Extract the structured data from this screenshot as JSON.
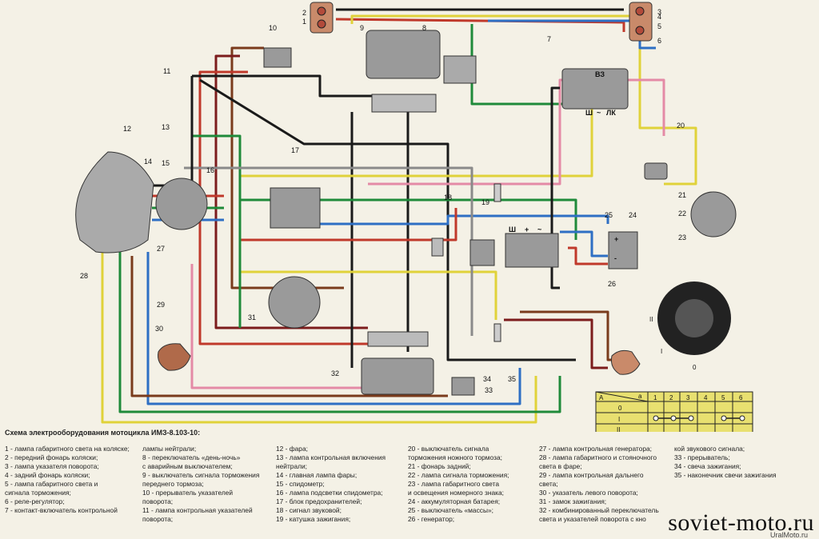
{
  "caption": "Схема электрооборудования мотоцикла ИМЗ-8.103-10:",
  "watermark": "soviet-moto.ru",
  "small_watermark": "UralMoto.ru",
  "legend_columns": [
    [
      "1 - лампа габаритного света на коляске;",
      "2 - передний фонарь коляски;",
      "3 - лампа указателя поворота;",
      "4 - задний фонарь коляски;",
      "5 - лампа габаритного света и",
      "сигнала торможения;",
      "6 - реле-регулятор;",
      "7 - контакт-включатель контрольной"
    ],
    [
      "лампы нейтрали;",
      "8 - переключатель «день-ночь»",
      "с аварийным выключателем;",
      "9 - выключатель сигнала торможения",
      "переднего тормоза;",
      "10 - прерыватель указателей",
      "поворота;",
      "11 - лампа контрольная указателей",
      "поворота;"
    ],
    [
      "12 - фара;",
      "13 - лампа контрольная включения",
      "нейтрали;",
      "14 - главная лампа фары;",
      "15 - спидометр;",
      "16 - лампа подсветки спидометра;",
      "17 - блок предохранителей;",
      "18 - сигнал звуковой;",
      "19 - катушка зажигания;"
    ],
    [
      "20 - выключатель сигнала",
      "торможения ножного тормоза;",
      "21 - фонарь задний;",
      "22 - лампа сигнала торможения;",
      "23 - лампа габаритного света",
      "и освещения номерного знака;",
      "24 - аккумуляторная батарея;",
      "25 - выключатель «массы»;",
      "26 - генератор;"
    ],
    [
      "27 - лампа контрольная генератора;",
      "28 - лампа габаритного и стояночного",
      "света в фаре;",
      "29 - лампа контрольная дальнего",
      "света;",
      "30 - указатель левого поворота;",
      "31 - замок зажигания;",
      "32 - комбинированный переключатель",
      "света и указателей поворота с кно"
    ],
    [
      "кой звукового сигнала;",
      "33 - прерыватель;",
      "34 - свеча зажигания;",
      "35 - наконечник свечи зажигания"
    ]
  ],
  "component_numbers": [
    "1",
    "2",
    "3",
    "4",
    "5",
    "6",
    "7",
    "8",
    "9",
    "10",
    "11",
    "12",
    "13",
    "14",
    "15",
    "16",
    "17",
    "18",
    "19",
    "20",
    "21",
    "22",
    "23",
    "24",
    "25",
    "26",
    "27",
    "28",
    "29",
    "30",
    "31",
    "32",
    "33",
    "34",
    "35"
  ],
  "terminal_labels": [
    "ВЗ",
    "Ш",
    "~",
    "ЛК",
    "Ш",
    "+",
    "~",
    "+",
    "-"
  ],
  "switch_table": {
    "header": [
      "А",
      "а",
      "1",
      "2",
      "3",
      "4",
      "5",
      "6"
    ],
    "rows": [
      "0",
      "I",
      "II"
    ]
  },
  "ignition_positions": [
    "II",
    "I",
    "0"
  ],
  "wire_colors": {
    "red": "#c0392b",
    "black": "#1a1a1a",
    "blue": "#2e6fc4",
    "green": "#1f8a3a",
    "yellow": "#e0d23a",
    "brown": "#7a3b1c",
    "pink": "#e48aa6",
    "gray": "#8a8a8a",
    "darkred": "#7c1c1c"
  }
}
